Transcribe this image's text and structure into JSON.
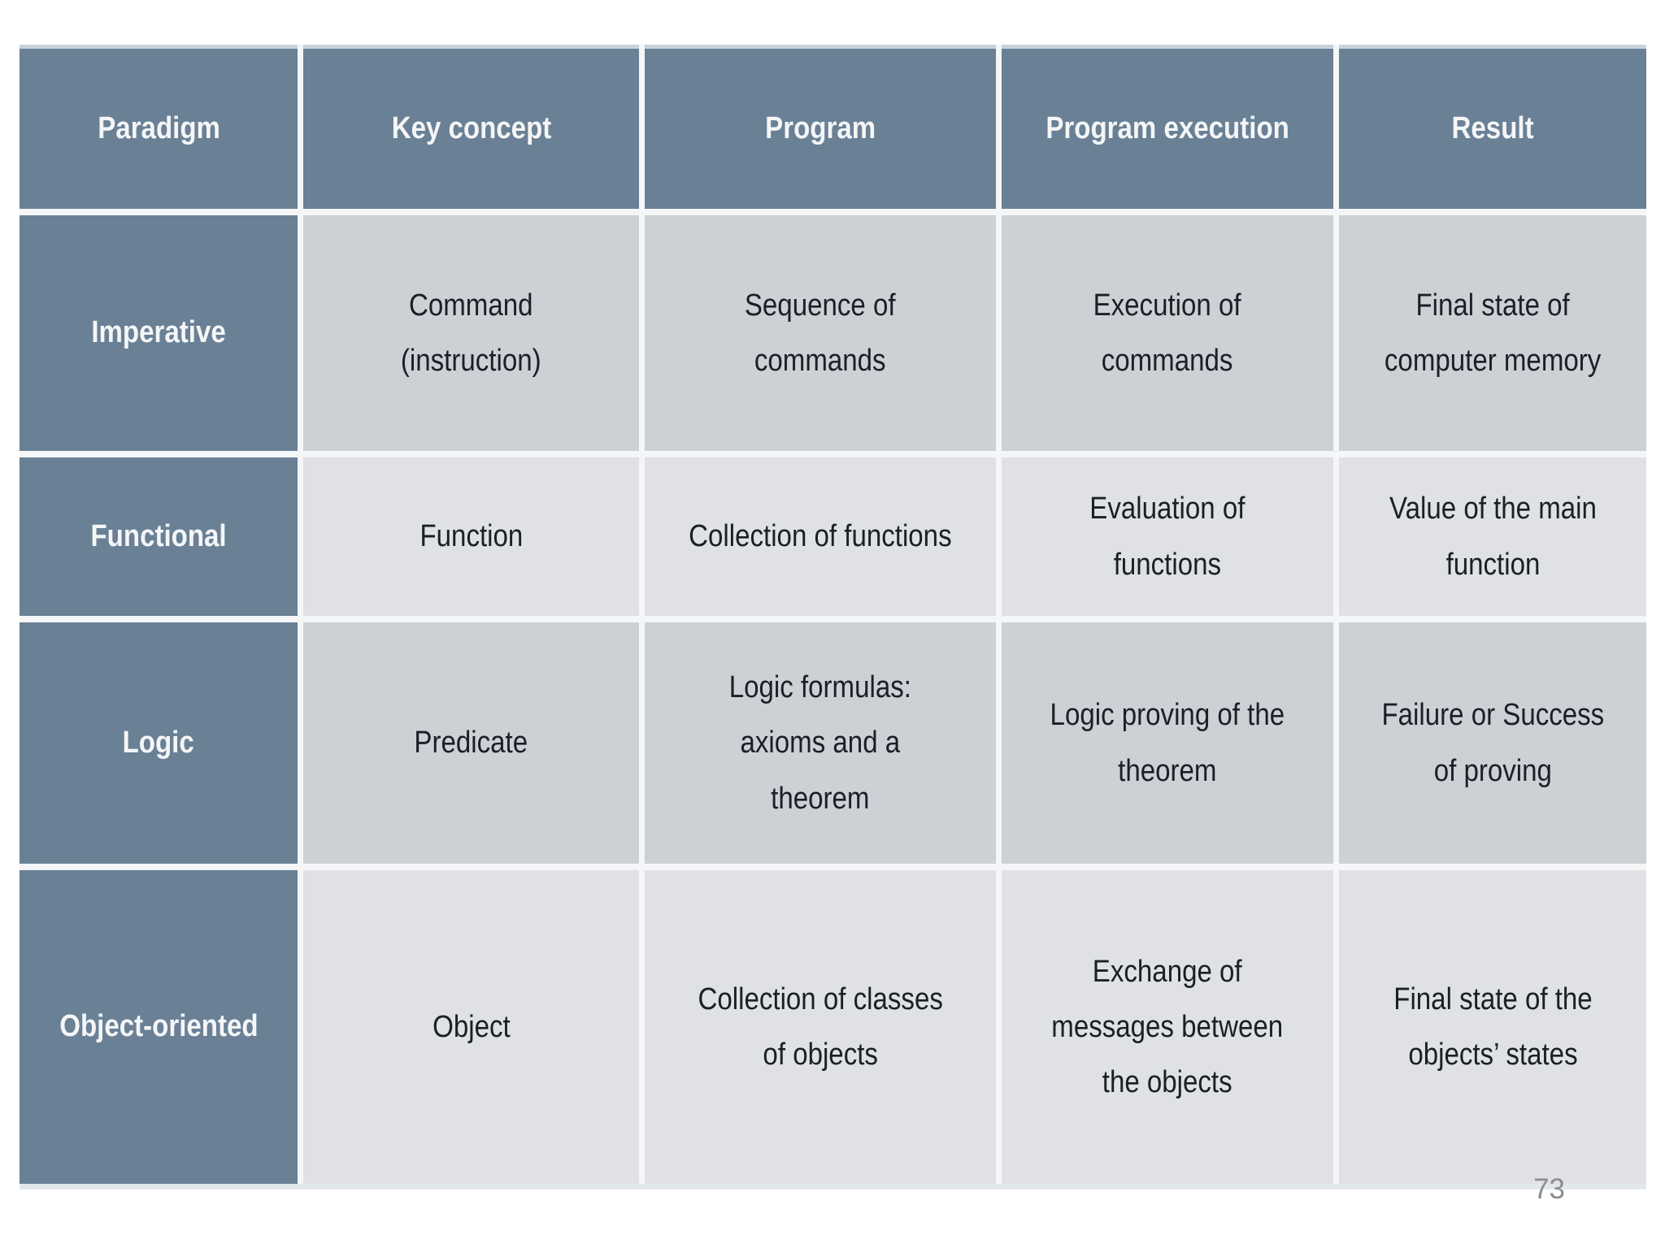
{
  "table": {
    "headers": [
      "Paradigm",
      "Key concept",
      "Program",
      "Program execution",
      "Result"
    ],
    "rows": [
      {
        "label": "Imperative",
        "cells": [
          "Command\n(instruction)",
          "Sequence of\ncommands",
          "Execution of\ncommands",
          "Final state of\ncomputer memory"
        ]
      },
      {
        "label": "Functional",
        "cells": [
          "Function",
          "Collection of functions",
          "Evaluation of\nfunctions",
          "Value of the main\nfunction"
        ]
      },
      {
        "label": "Logic",
        "cells": [
          "Predicate",
          "Logic formulas:\naxioms and a\ntheorem",
          "Logic proving of the\ntheorem",
          "Failure or Success\nof proving"
        ]
      },
      {
        "label": "Object-oriented",
        "cells": [
          "Object",
          "Collection of classes\nof objects",
          "Exchange of\nmessages between\nthe objects",
          "Final state of the\nobjects’ states"
        ]
      }
    ]
  },
  "page_number": "73",
  "colors": {
    "header_blue": "#6a8095",
    "row_label_blue": "#6a8095",
    "row_shade_dark": "#cdd1d5",
    "row_shade_light": "#dfe1e4",
    "header_top_edge": "#c8d2da",
    "table_bottom_edge": "#e2e7ec",
    "body_text": "#1b1f26",
    "header_text": "#f4f6f7",
    "page_number_gray": "#8c8c8c"
  }
}
